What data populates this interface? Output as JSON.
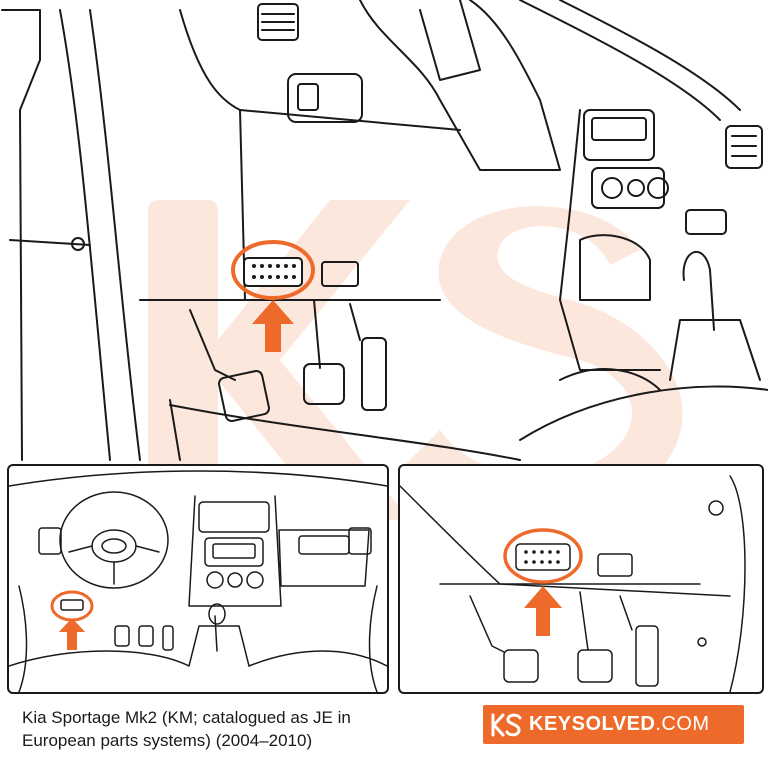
{
  "caption": {
    "line1": "Kia Sportage Mk2 (KM; catalogued as JE in",
    "line2": "European parts systems) (2004–2010)"
  },
  "brand": {
    "name_bold": "KEYSOLVED",
    "name_light": ".COM",
    "color": "#ee6a2a"
  },
  "colors": {
    "highlight": "#ee6a2a",
    "line": "#1a1a1a",
    "watermark": "#fbe3d6"
  },
  "icons": {
    "logo": "ks-logo-icon",
    "marker": "orange-arrow-icon"
  }
}
